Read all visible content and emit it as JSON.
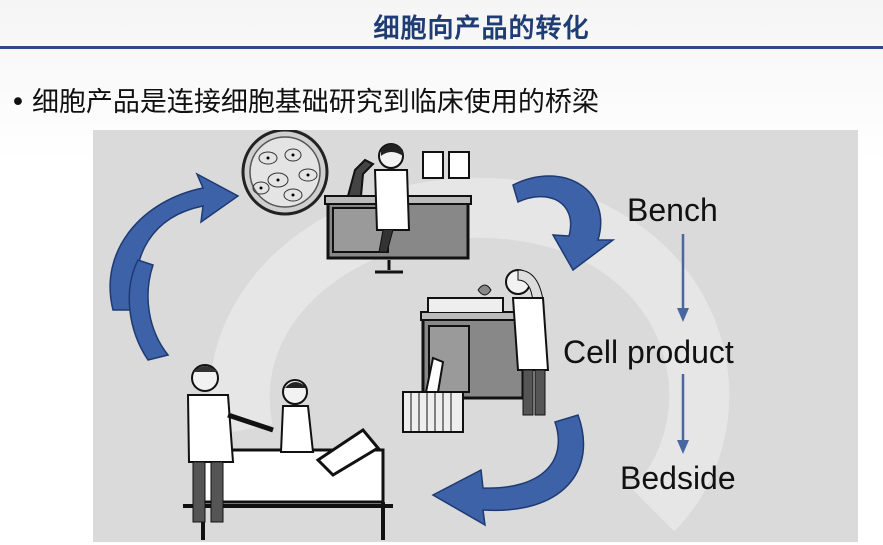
{
  "slide": {
    "title": "细胞向产品的转化",
    "bullet": "细胞产品是连接细胞基础研究到临床使用的桥梁"
  },
  "flow": {
    "step1": "Bench",
    "step2": "Cell product",
    "step3": "Bedside"
  },
  "colors": {
    "title": "#1f3d73",
    "rule": "#2c4a86",
    "cycle_arrow": "#3d62a8",
    "figure_bg": "#dadada"
  }
}
